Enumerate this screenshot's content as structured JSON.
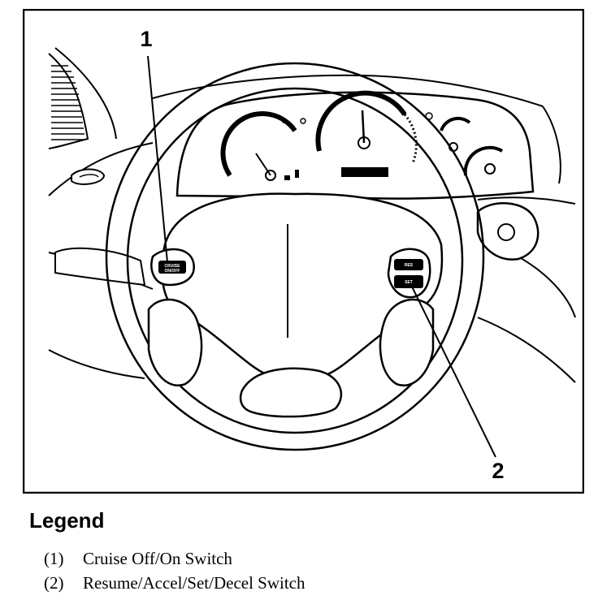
{
  "figure": {
    "callouts": [
      {
        "id": "1",
        "label": "1"
      },
      {
        "id": "2",
        "label": "2"
      }
    ],
    "icons": [
      "steering-wheel-icon",
      "instrument-cluster-icon",
      "cruise-switch-icon",
      "resume-set-switch-icon"
    ]
  },
  "legend": {
    "title": "Legend",
    "items": [
      {
        "number": "(1)",
        "text": "Cruise Off/On Switch"
      },
      {
        "number": "(2)",
        "text": "Resume/Accel/Set/Decel Switch"
      }
    ]
  }
}
